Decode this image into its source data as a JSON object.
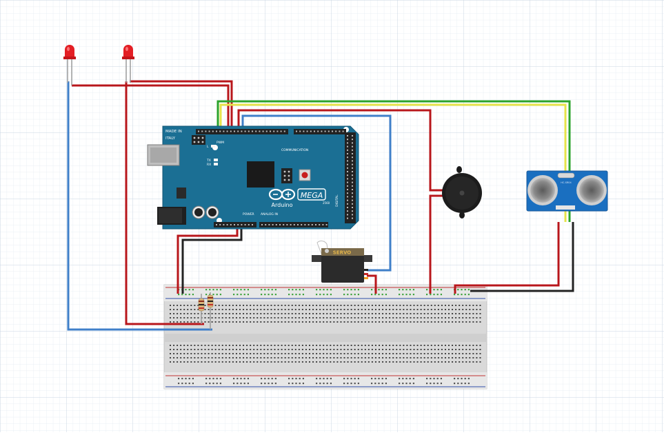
{
  "arduino": {
    "made_in_line1": "MADE IN",
    "made_in_line2": "ITALY",
    "pwm_label": "PWM",
    "l_label": "L",
    "tx_label": "TX",
    "rx_label": "RX",
    "communication_label": "COMMUNICATION",
    "power_label": "POWER",
    "analog_label": "ANALOG IN",
    "digital_label": "DIGITAL",
    "brand": "Arduino",
    "model": "MEGA",
    "model_suffix": "2560"
  },
  "servo": {
    "label": "SERVO"
  },
  "sensor": {
    "label": "HC-SR04"
  },
  "colors": {
    "grid_minor": "#e3eaf1",
    "grid_major": "#c9d6e3",
    "wire_red": "#b8161b",
    "wire_blue": "#3f7fc9",
    "wire_green": "#2ba32b",
    "wire_yellow": "#e6e34a",
    "wire_black": "#222222",
    "board_teal": "#1b6f94",
    "sensor_blue": "#1a6fc0"
  },
  "icons": [
    "led-red-icon",
    "buzzer-icon",
    "resistor-icon"
  ]
}
